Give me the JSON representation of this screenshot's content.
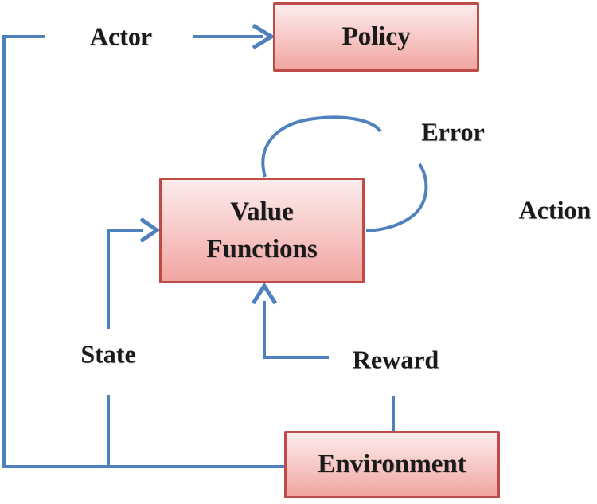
{
  "colors": {
    "line": "#4F81BD",
    "box_border": "#BE4B48",
    "box_fill_top": "#FCEDEC",
    "box_fill_bottom": "#F1A5A1",
    "text": "#1A1A1A"
  },
  "diagram": {
    "boxes": [
      {
        "id": "policy",
        "label": "Policy"
      },
      {
        "id": "value_functions",
        "label": "Value Functions"
      },
      {
        "id": "environment",
        "label": "Environment"
      }
    ],
    "labels": [
      {
        "id": "actor",
        "text": "Actor"
      },
      {
        "id": "error",
        "text": "Error"
      },
      {
        "id": "action",
        "text": "Action"
      },
      {
        "id": "state",
        "text": "State"
      },
      {
        "id": "reward",
        "text": "Reward"
      }
    ],
    "edges": [
      {
        "name": "actor-to-policy",
        "style": "arrow"
      },
      {
        "name": "environment-feedback-left-loop",
        "style": "line"
      },
      {
        "name": "state-to-value-functions",
        "style": "arrow"
      },
      {
        "name": "reward-to-value-functions",
        "style": "arrow"
      },
      {
        "name": "environment-to-reward",
        "style": "line"
      },
      {
        "name": "value-functions-error-self-loop",
        "style": "open-circle-arc"
      }
    ]
  }
}
